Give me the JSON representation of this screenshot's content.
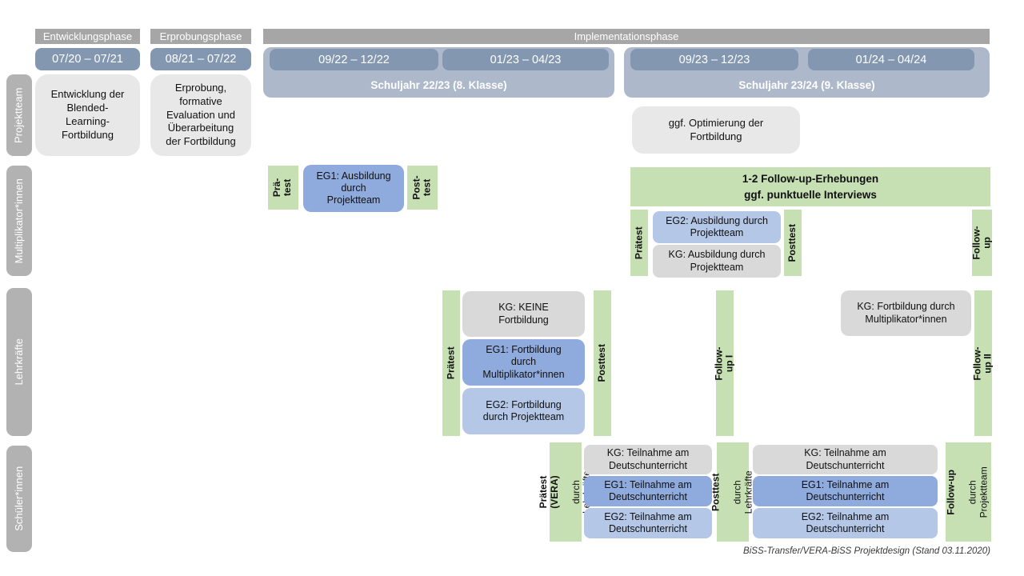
{
  "colors": {
    "phase_gray": "#a6a6a6",
    "sidebar_gray": "#b2b2b2",
    "date_blue": "#8497b0",
    "schoolyear_blue": "#adb9ca",
    "box_lightgray": "#e9e8e8",
    "kg_gray": "#d9d9d9",
    "eg1_blue": "#8faadc",
    "eg2_blue": "#b4c7e7",
    "test_green": "#c6e0b4"
  },
  "header": {
    "phase_entwicklung": "Entwicklungsphase",
    "phase_erprobung": "Erprobungsphase",
    "phase_implementation": "Implementationsphase",
    "date_1": "07/20 – 07/21",
    "date_2": "08/21 – 07/22",
    "date_3": "09/22 – 12/22",
    "date_4": "01/23 – 04/23",
    "date_5": "09/23 – 12/23",
    "date_6": "01/24 – 04/24",
    "schoolyear_1": "Schuljahr 22/23 (8. Klasse)",
    "schoolyear_2": "Schuljahr 23/24 (9. Klasse)"
  },
  "sidebar": {
    "row_1": "Projektteam",
    "row_2": "Multiplikator*innen",
    "row_3": "Lehrkräfte",
    "row_4": "Schüler*innen"
  },
  "projektteam": {
    "entwicklung_box": "Entwicklung der\nBlended-\nLearning-\nFortbildung",
    "erprobung_box": "Erprobung,\nformative\nEvaluation und\nÜberarbeitung\nder Fortbildung",
    "optimierung_box": "ggf. Optimierung der\nFortbildung"
  },
  "multiplikator": {
    "praetest_1": "Prä-\ntest",
    "eg1_box": "EG1: Ausbildung\ndurch\nProjektteam",
    "posttest_1": "Post-\ntest",
    "followup_bar": "1-2 Follow-up-Erhebungen\nggf. punktuelle Interviews",
    "praetest_2": "Prätest",
    "eg2_box": "EG2: Ausbildung durch\nProjektteam",
    "kg_box": "KG: Ausbildung durch\nProjektteam",
    "posttest_2": "Posttest",
    "followup": "Follow-up"
  },
  "lehrkraefte": {
    "praetest": "Prätest",
    "kg_box": "KG: KEINE\nFortbildung",
    "eg1_box": "EG1: Fortbildung\ndurch\nMultiplikator*innen",
    "eg2_box": "EG2: Fortbildung\ndurch Projektteam",
    "posttest": "Posttest",
    "followup_1": "Follow-up I",
    "kg2_box": "KG: Fortbildung durch\nMultiplikator*innen",
    "followup_2": "Follow-up II"
  },
  "schueler": {
    "praetest_bold": "Prätest (VERA)",
    "praetest_sub": "durch Lehrkräfte",
    "kg_box_1": "KG: Teilnahme am\nDeutschunterricht",
    "eg1_box_1": "EG1: Teilnahme am\nDeutschunterricht",
    "eg2_box_1": "EG2: Teilnahme am\nDeutschunterricht",
    "posttest_bold": "Posttest",
    "posttest_sub": "durch Lehrkräfte",
    "kg_box_2": "KG: Teilnahme am\nDeutschunterricht",
    "eg1_box_2": "EG1: Teilnahme am\nDeutschunterricht",
    "eg2_box_2": "EG2: Teilnahme am\nDeutschunterricht",
    "followup_bold": "Follow-up",
    "followup_sub": "durch\nProjektteam"
  },
  "footer": {
    "caption": "BiSS-Transfer/VERA-BiSS Projektdesign (Stand 03.11.2020)"
  }
}
